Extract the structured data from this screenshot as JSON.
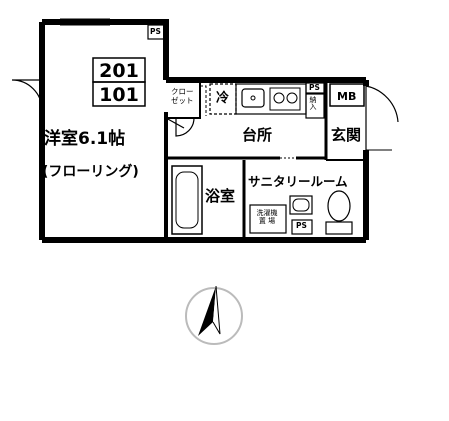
{
  "floorplan": {
    "units": [
      "201",
      "101"
    ],
    "rooms": {
      "western_room": "洋室6.1帖",
      "western_room_floor": "(フローリング)",
      "closet": "クロー\nゼット",
      "fridge": "冷",
      "kitchen": "台所",
      "entrance": "玄関",
      "bathroom": "浴室",
      "sanitary": "サニタリールーム",
      "meter_box": "MB",
      "storage": "納\n入",
      "washer": "洗濯機\n置 場"
    },
    "ps_labels": [
      "PS",
      "PS",
      "PS"
    ]
  },
  "compass": {
    "north_indicator": "north-arrow"
  }
}
